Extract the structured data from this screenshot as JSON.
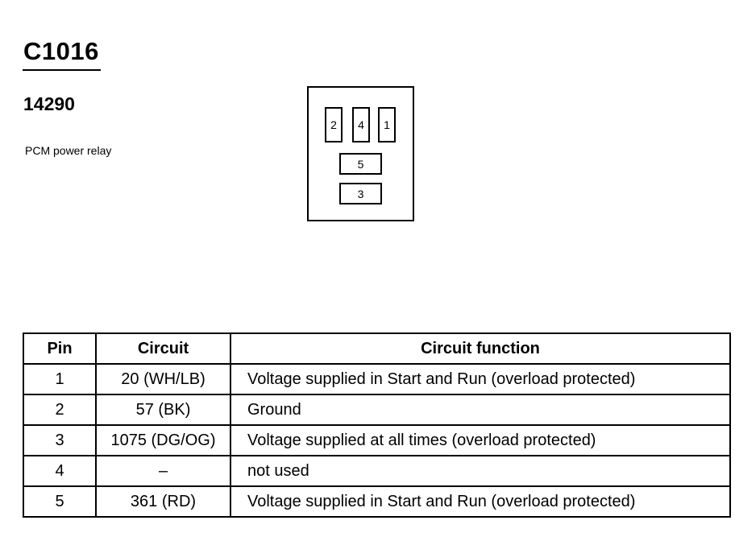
{
  "header": {
    "connector_id": "C1016",
    "part_number": "14290",
    "description": "PCM power relay"
  },
  "connector_diagram": {
    "pins": [
      "2",
      "4",
      "1",
      "5",
      "3"
    ]
  },
  "table": {
    "headers": [
      "Pin",
      "Circuit",
      "Circuit function"
    ],
    "rows": [
      {
        "pin": "1",
        "circuit": "20 (WH/LB)",
        "function": "Voltage supplied in Start and Run (overload protected)"
      },
      {
        "pin": "2",
        "circuit": "57 (BK)",
        "function": "Ground"
      },
      {
        "pin": "3",
        "circuit": "1075 (DG/OG)",
        "function": "Voltage supplied at all times (overload protected)"
      },
      {
        "pin": "4",
        "circuit": "–",
        "function": "not used"
      },
      {
        "pin": "5",
        "circuit": "361 (RD)",
        "function": "Voltage supplied in Start and Run (overload protected)"
      }
    ]
  }
}
